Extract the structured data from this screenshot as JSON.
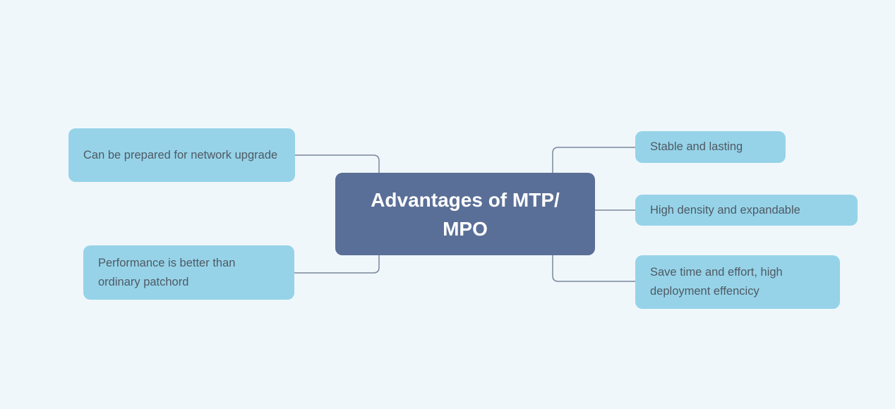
{
  "diagram": {
    "type": "mindmap",
    "title": "Advantages of MTP/MPO",
    "title_lines": [
      "Advantages of MTP/",
      "MPO"
    ],
    "left_branches": [
      {
        "label": "Can be prepared for network upgrade"
      },
      {
        "label": "Performance is better than ordinary patchord"
      }
    ],
    "right_branches": [
      {
        "label": "Stable and lasting"
      },
      {
        "label": "High density and expandable"
      },
      {
        "label": "Save time and effort, high deployment effencicy"
      }
    ],
    "colors": {
      "background": "#f0f7fb",
      "center_node": "#5a6f97",
      "center_text": "#ffffff",
      "branch_node": "#96d3e8",
      "branch_text": "#4f5a64",
      "connector": "#78879a"
    }
  }
}
